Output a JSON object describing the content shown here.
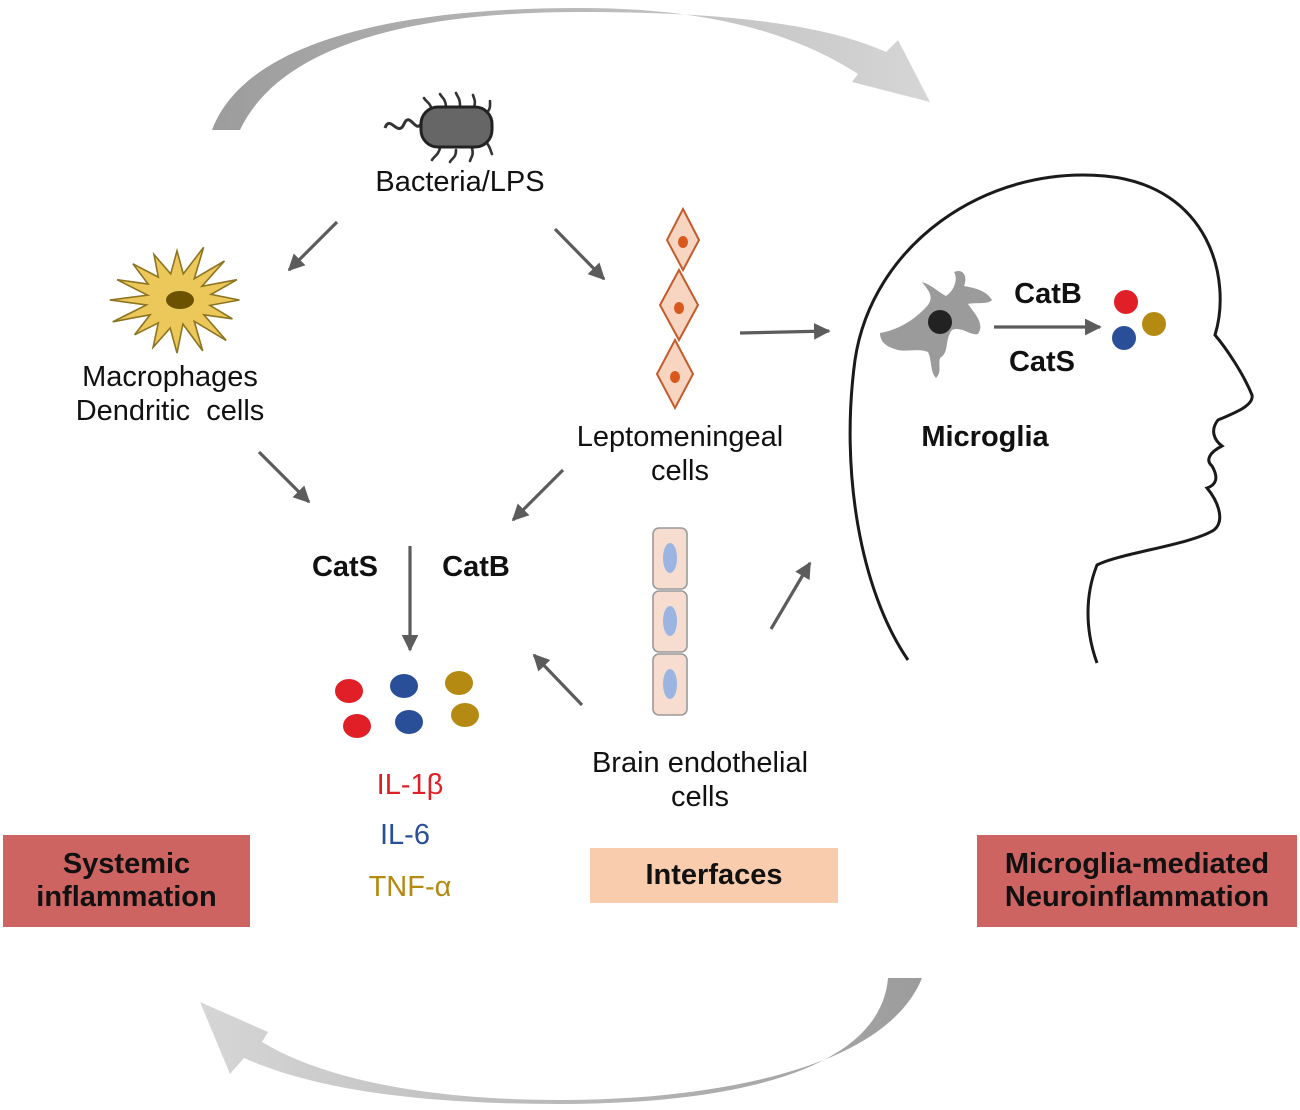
{
  "nodes": {
    "bacteria": "Bacteria/LPS",
    "macrophages": [
      "Macrophages",
      "Dendritic  cells"
    ],
    "leptomeningeal": [
      "Leptomeningeal",
      "cells"
    ],
    "endothelial": [
      "Brain endothelial",
      "cells"
    ],
    "microglia": "Microglia"
  },
  "enzymes": {
    "periphery_left": "CatS",
    "periphery_right": "CatB",
    "brain_top": "CatB",
    "brain_bottom": "CatS"
  },
  "cytokines": [
    {
      "label": "IL-1β",
      "color": "#e01f26"
    },
    {
      "label": "IL-6",
      "color": "#2a4f99"
    },
    {
      "label": "TNF-α",
      "color": "#b48a12"
    }
  ],
  "boxes": {
    "systemic": {
      "lines": [
        "Systemic",
        "inflammation"
      ],
      "fill": "#cd6461"
    },
    "interfaces": {
      "lines": [
        "Interfaces"
      ],
      "fill": "#f9ccad"
    },
    "neuro": {
      "lines": [
        "Microglia-mediated",
        "Neuroinflammation"
      ],
      "fill": "#cd6461"
    }
  },
  "colors": {
    "arrow": "#5c5c5c",
    "cycle_arrow": "#b8b8b8",
    "macrophage_fill": "#ecc85a",
    "leptomeningeal_fill": "#f7d5c1",
    "leptomeningeal_nucleus": "#d8581d",
    "endothelial_fill": "#f7ddd0",
    "endothelial_nucleus": "#9bb4e2",
    "microglia_fill": "#9b9b9b"
  }
}
